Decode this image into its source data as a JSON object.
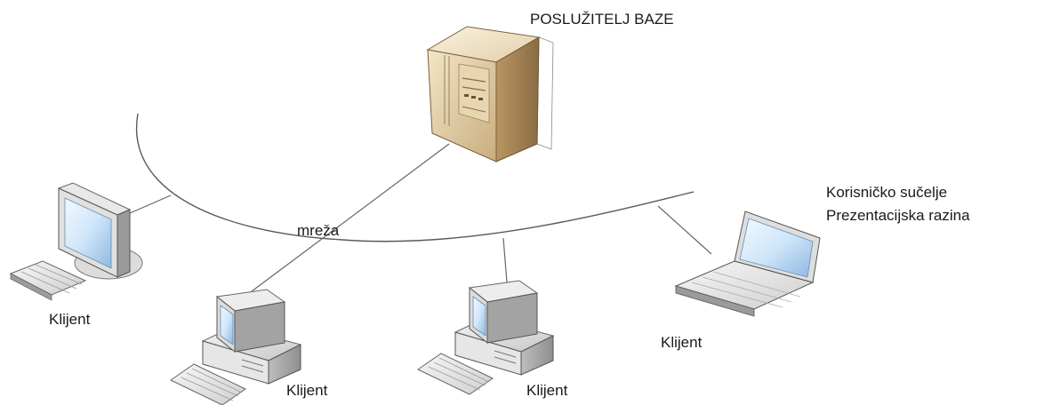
{
  "diagram": {
    "server_label": "POSLUŽITELJ BAZE",
    "network_label": "mreža",
    "ui_note": {
      "line1": "Korisničko sučelje",
      "line2": "Prezentacijska razina"
    },
    "clients": [
      {
        "label": "Klijent",
        "device": "desktop-monitor-icon"
      },
      {
        "label": "Klijent",
        "device": "desktop-pc-icon"
      },
      {
        "label": "Klijent",
        "device": "desktop-pc-icon"
      },
      {
        "label": "Klijent",
        "device": "laptop-icon"
      }
    ]
  }
}
